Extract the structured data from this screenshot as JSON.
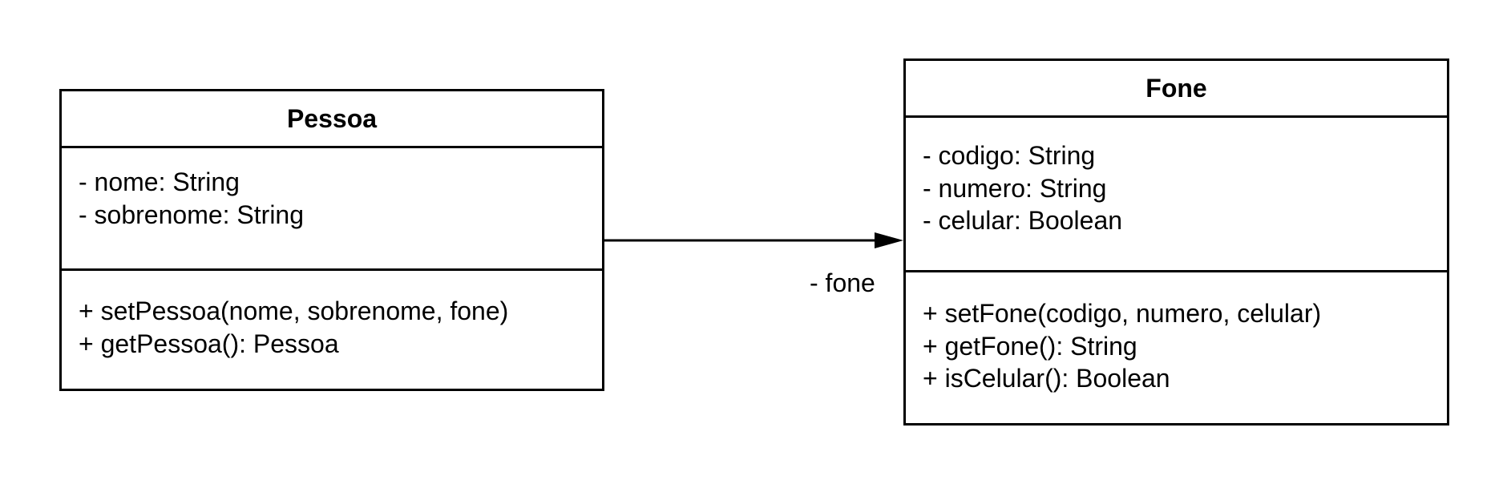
{
  "classes": {
    "pessoa": {
      "name": "Pessoa",
      "attributes": [
        "- nome: String",
        "- sobrenome: String"
      ],
      "methods": [
        "+ setPessoa(nome, sobrenome, fone)",
        "+ getPessoa(): Pessoa"
      ]
    },
    "fone": {
      "name": "Fone",
      "attributes": [
        "- codigo: String",
        "- numero: String",
        "- celular: Boolean"
      ],
      "methods": [
        "+ setFone(codigo, numero, celular)",
        "+ getFone(): String",
        "+ isCelular(): Boolean"
      ]
    }
  },
  "association": {
    "from": "Pessoa",
    "to": "Fone",
    "role_label": "- fone",
    "type": "directed-association"
  },
  "colors": {
    "line": "#000000",
    "background": "#ffffff"
  }
}
